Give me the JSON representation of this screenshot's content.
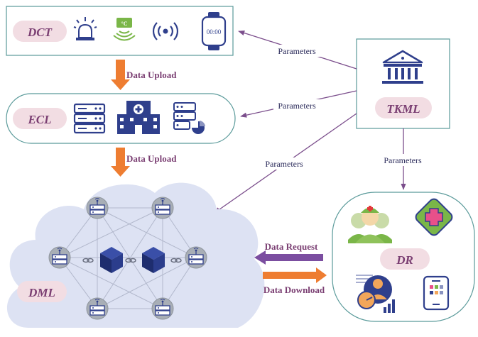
{
  "nodes": {
    "dct": "DCT",
    "ecl": "ECL",
    "tkml": "TKML",
    "dml": "DML",
    "dr": "DR"
  },
  "devices": {
    "thermo_reading": "°C",
    "watch_reading": "00:00"
  },
  "flows": {
    "upload_1": "Data Upload",
    "upload_2": "Data Upload",
    "request": "Data Request",
    "download": "Data Download"
  },
  "params": {
    "to_dct": "Parameters",
    "to_ecl": "Parameters",
    "to_dml": "Parameters",
    "to_dr": "Parameters"
  },
  "colors": {
    "teal_border": "#5a9a9a",
    "node_pill": "#f2dde3",
    "node_text": "#7a3e72",
    "icon_blue": "#2f3f8c",
    "icon_green": "#7ab648",
    "upload_arrow": "#ee7d31",
    "request_arrow": "#7b4ea0",
    "param_arrow": "#7b4e8c",
    "cloud_fill": "#dde2f3",
    "server_gray": "#a8aeb6"
  }
}
